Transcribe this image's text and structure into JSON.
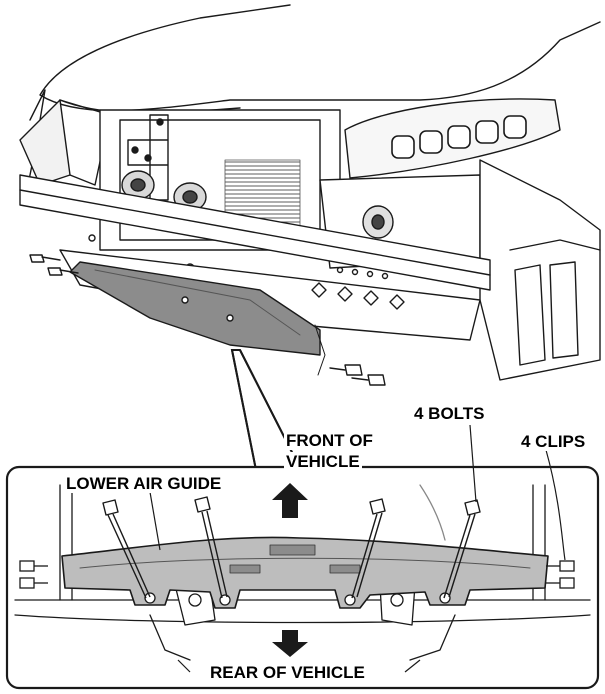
{
  "labels": {
    "four_bolts": "4 BOLTS",
    "four_clips": "4 CLIPS",
    "front_line1": "FRONT OF",
    "front_line2": "VEHICLE",
    "lower_air_guide": "LOWER AIR GUIDE",
    "rear": "REAR OF VEHICLE"
  },
  "colors": {
    "line": "#1a1a1a",
    "panel_fill": "#8c8c8c",
    "panel_light": "#bdbdbd",
    "background": "#ffffff"
  }
}
